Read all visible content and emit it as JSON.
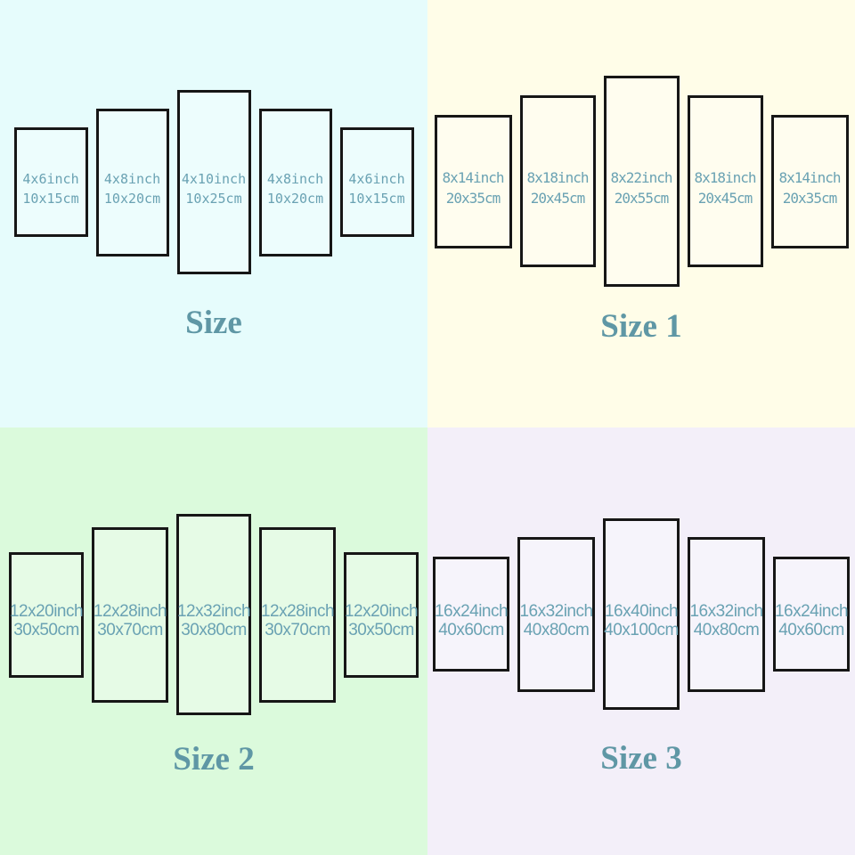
{
  "theme": {
    "label_color": "#6aa2b3",
    "title_color": "#5f97a5",
    "panel_border_color": "#161616",
    "quadrant_backgrounds": [
      "#e6fcfc",
      "#fffde8",
      "#dbfadc",
      "#f3eff9"
    ]
  },
  "quadrants": [
    {
      "title": "Size",
      "panels": [
        {
          "inch": "4x6inch",
          "cm": "10x15cm"
        },
        {
          "inch": "4x8inch",
          "cm": "10x20cm"
        },
        {
          "inch": "4x10inch",
          "cm": "10x25cm"
        },
        {
          "inch": "4x8inch",
          "cm": "10x20cm"
        },
        {
          "inch": "4x6inch",
          "cm": "10x15cm"
        }
      ]
    },
    {
      "title": "Size 1",
      "panels": [
        {
          "inch": "8x14inch",
          "cm": "20x35cm"
        },
        {
          "inch": "8x18inch",
          "cm": "20x45cm"
        },
        {
          "inch": "8x22inch",
          "cm": "20x55cm"
        },
        {
          "inch": "8x18inch",
          "cm": "20x45cm"
        },
        {
          "inch": "8x14inch",
          "cm": "20x35cm"
        }
      ]
    },
    {
      "title": "Size 2",
      "panels": [
        {
          "inch": "12x20inch",
          "cm": "30x50cm"
        },
        {
          "inch": "12x28inch",
          "cm": "30x70cm"
        },
        {
          "inch": "12x32inch",
          "cm": "30x80cm"
        },
        {
          "inch": "12x28inch",
          "cm": "30x70cm"
        },
        {
          "inch": "12x20inch",
          "cm": "30x50cm"
        }
      ]
    },
    {
      "title": "Size 3",
      "panels": [
        {
          "inch": "16x24inch",
          "cm": "40x60cm"
        },
        {
          "inch": "16x32inch",
          "cm": "40x80cm"
        },
        {
          "inch": "16x40inch",
          "cm": "40x100cm"
        },
        {
          "inch": "16x32inch",
          "cm": "40x80cm"
        },
        {
          "inch": "16x24inch",
          "cm": "40x60cm"
        }
      ]
    }
  ]
}
